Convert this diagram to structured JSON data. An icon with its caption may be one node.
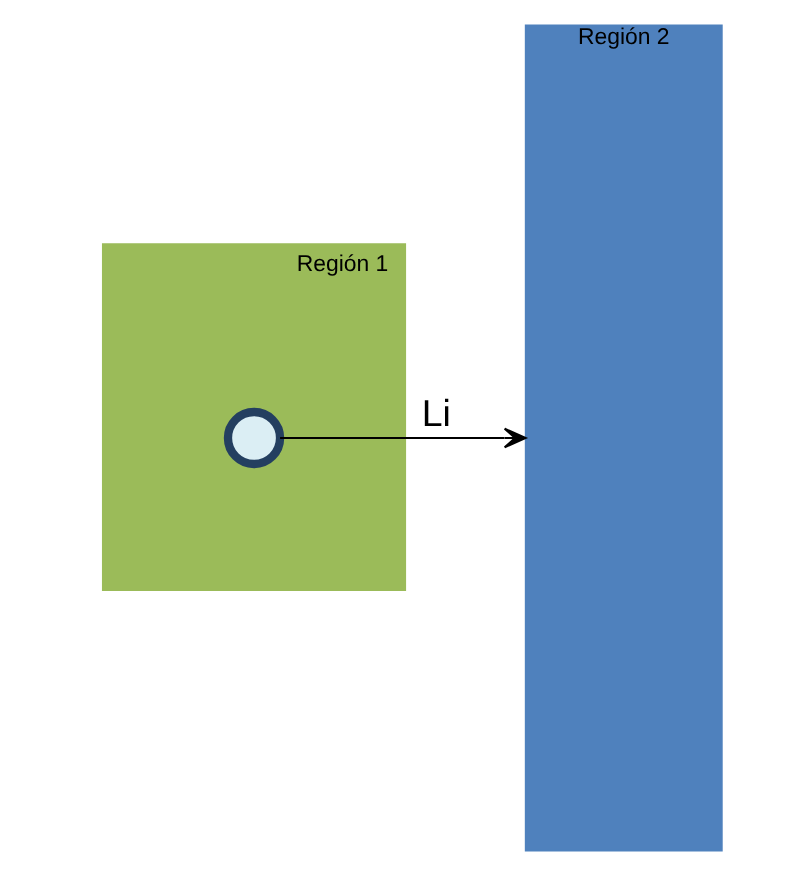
{
  "diagram": {
    "nodes": [
      {
        "text": [
          "Región 1"
        ]
      },
      {
        "text": [
          "Región 2"
        ]
      },
      {
        "text": [],
        "shape": "circle",
        "in": 0
      }
    ],
    "edges": [
      {
        "from": 2,
        "to": 1,
        "arrow": "to",
        "label": "Li"
      }
    ]
  }
}
